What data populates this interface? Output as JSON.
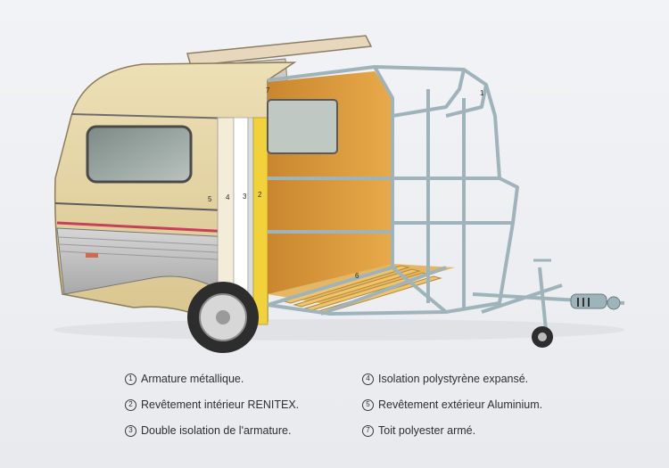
{
  "callouts": {
    "c1": "1",
    "c2": "2",
    "c3": "3",
    "c4": "4",
    "c5": "5",
    "c6": "6",
    "c7": "7"
  },
  "legend": [
    {
      "number": "1",
      "label": "Armature métallique."
    },
    {
      "number": "2",
      "label": "Revêtement intérieur RENITEX."
    },
    {
      "number": "3",
      "label": "Double isolation de l'armature."
    },
    {
      "number": "4",
      "label": "Isolation polystyrène expansé."
    },
    {
      "number": "5",
      "label": "Revêtement extérieur Aluminium."
    },
    {
      "number": "7",
      "label": "Toit polyester armé."
    }
  ],
  "colors": {
    "body_cream": "#e3d2a2",
    "stripe_red": "#c7405a",
    "frame_steel": "#9fb4ba",
    "interior_orange": "#d9973d",
    "floor_slats": "#f0c46a"
  }
}
